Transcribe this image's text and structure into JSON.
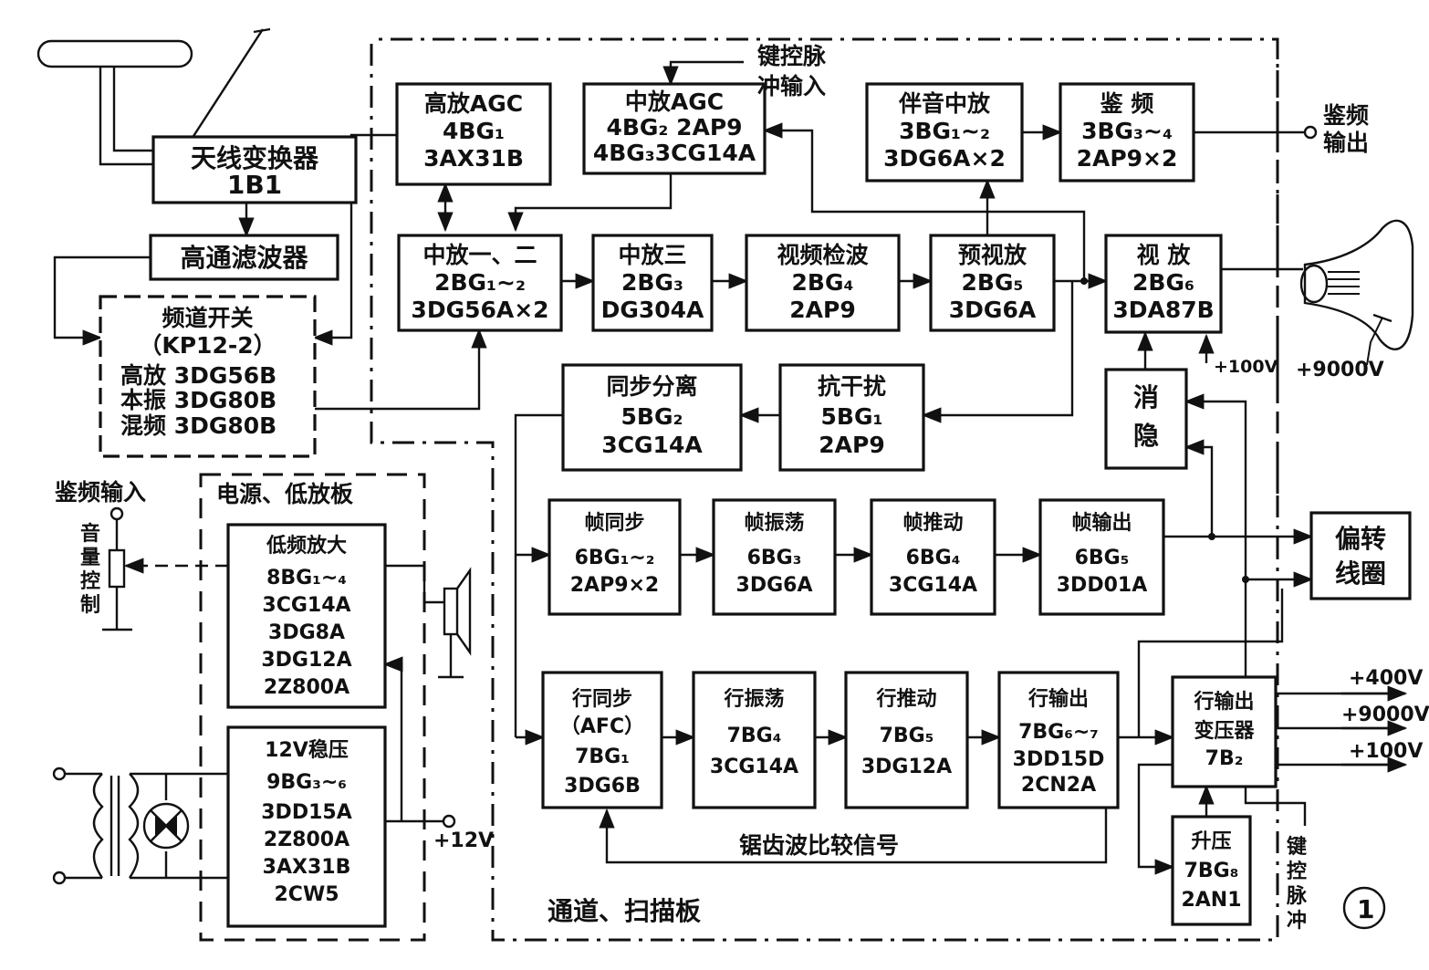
{
  "blocks": {
    "antenna_converter": [
      "天线变换器",
      "1B1"
    ],
    "highpass_filter": [
      "高通滤波器"
    ],
    "channel_switch": [
      "频道开关",
      "（KP12-2）",
      "高放  3DG56B",
      "本振  3DG80B",
      "混频  3DG80B"
    ],
    "rf_agc": [
      "高放AGC",
      "4BG₁",
      "3AX31B"
    ],
    "if_agc": [
      "中放AGC",
      "4BG₂ 2AP9",
      "4BG₃3CG14A"
    ],
    "sound_if": [
      "伴音中放",
      "3BG₁~₂",
      "3DG6A×2"
    ],
    "fm_detector": [
      "鉴  频",
      "3BG₃~₄",
      "2AP9×2"
    ],
    "if_amp_12": [
      "中放一、二",
      "2BG₁~₂",
      "3DG56A×2"
    ],
    "if_amp_3": [
      "中放三",
      "2BG₃",
      "DG304A"
    ],
    "video_detector": [
      "视频检波",
      "2BG₄",
      "2AP9"
    ],
    "video_preamp": [
      "预视放",
      "2BG₅",
      "3DG6A"
    ],
    "video_amp": [
      "视 放",
      "2BG₆",
      "3DA87B"
    ],
    "sync_separator": [
      "同步分离",
      "5BG₂",
      "3CG14A"
    ],
    "anti_interference": [
      "抗干扰",
      "5BG₁",
      "2AP9"
    ],
    "blanking": [
      "消",
      "隐"
    ],
    "frame_sync": [
      "帧同步",
      "6BG₁~₂",
      "2AP9×2"
    ],
    "frame_osc": [
      "帧振荡",
      "6BG₃",
      "3DG6A"
    ],
    "frame_driver": [
      "帧推动",
      "6BG₄",
      "3CG14A"
    ],
    "frame_output": [
      "帧输出",
      "6BG₅",
      "3DD01A"
    ],
    "deflection_coil": [
      "偏转",
      "线圈"
    ],
    "audio_amp": [
      "低频放大",
      "8BG₁~₄",
      "3CG14A",
      "3DG8A",
      "3DG12A",
      "2Z800A"
    ],
    "regulator_12v": [
      "12V稳压",
      "9BG₃~₆",
      "3DD15A",
      "2Z800A",
      "3AX31B",
      "2CW5"
    ],
    "line_sync": [
      "行同步",
      "（AFC）",
      "7BG₁",
      "3DG6B"
    ],
    "line_osc": [
      "行振荡",
      "7BG₄",
      "3CG14A"
    ],
    "line_driver": [
      "行推动",
      "7BG₅",
      "3DG12A"
    ],
    "line_output": [
      "行输出",
      "7BG₆~₇",
      "3DD15D",
      "2CN2A"
    ],
    "flyback_transformer": [
      "行输出",
      "变压器",
      "7B₂"
    ],
    "booster": [
      "升压",
      "7BG₈",
      "2AN1"
    ]
  },
  "labels": {
    "key_pulse_in": [
      "键控脉",
      "冲输入"
    ],
    "fm_out": [
      "鉴频",
      "输出"
    ],
    "fm_in": "鉴频输入",
    "volume_control": [
      "音",
      "量",
      "控",
      "制"
    ],
    "power_board": "电源、低放板",
    "channel_board": "通道、扫描板",
    "plus_12v": "+12V",
    "plus_100v_a": "+100V",
    "plus_9000v_a": "+9000V",
    "plus_400v": "+400V",
    "plus_9000v_b": "+9000V",
    "plus_100v_b": "+100V",
    "sawtooth_compare": "锯齿波比较信号",
    "key_pulse_out": [
      "键",
      "控",
      "脉",
      "冲"
    ],
    "figure_number": "1"
  }
}
